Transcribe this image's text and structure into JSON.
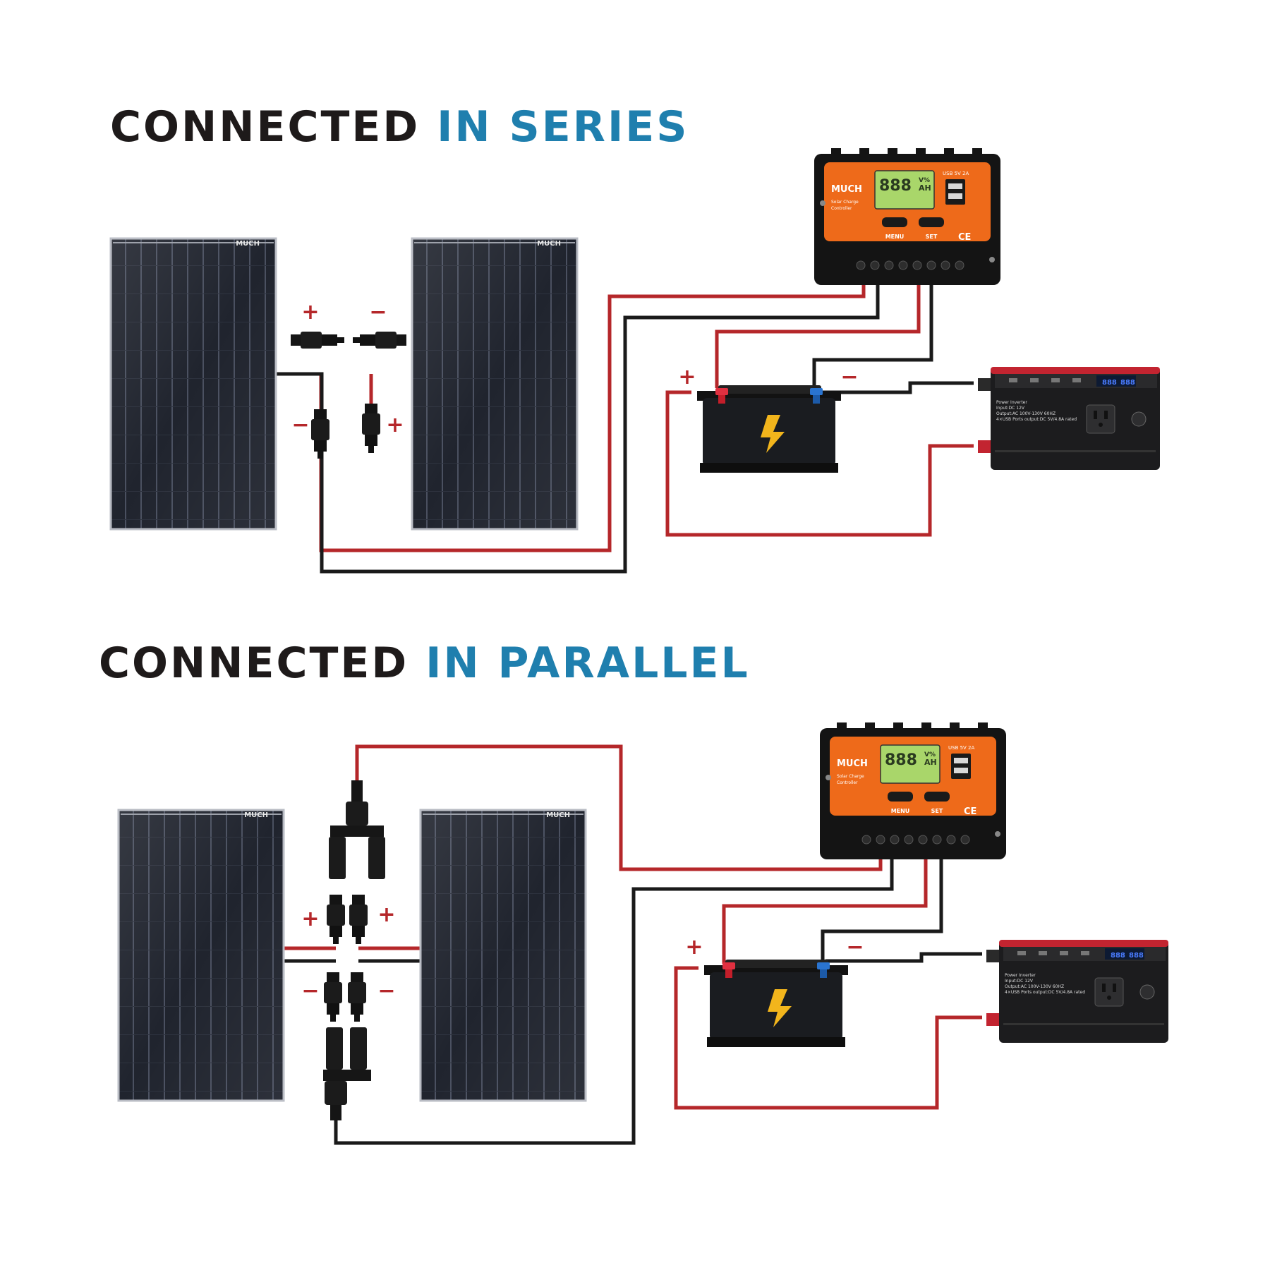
{
  "titles": {
    "series_dark": "CONNECTED",
    "series_blue": "IN SERIES",
    "parallel_dark": "CONNECTED",
    "parallel_blue": "IN PARALLEL"
  },
  "panel_brand": "MUCH",
  "controller": {
    "brand": "MUCH",
    "subtitle_line1": "Solar Charge",
    "subtitle_line2": "Controller",
    "usb_label": "USB 5V 2A",
    "display_digits": "888",
    "display_units_top": "V%",
    "display_units_bottom": "AH",
    "menu_label": "MENU",
    "set_label": "SET",
    "ce_mark": "CE"
  },
  "inverter": {
    "line1": "Power Inverter",
    "line2": "Input:DC 12V",
    "line3": "Output:AC 100V-130V 60HZ",
    "line4": "4×USB Ports output:DC 5V/4.8A rated",
    "digits": "888"
  },
  "signs": {
    "plus": "+",
    "minus": "−"
  },
  "colors": {
    "accent_blue": "#1f7fae",
    "wire_red": "#b5272a",
    "wire_black": "#1a1a1a",
    "controller_orange": "#ee6a1a",
    "lcd_green": "#a9d66a"
  }
}
